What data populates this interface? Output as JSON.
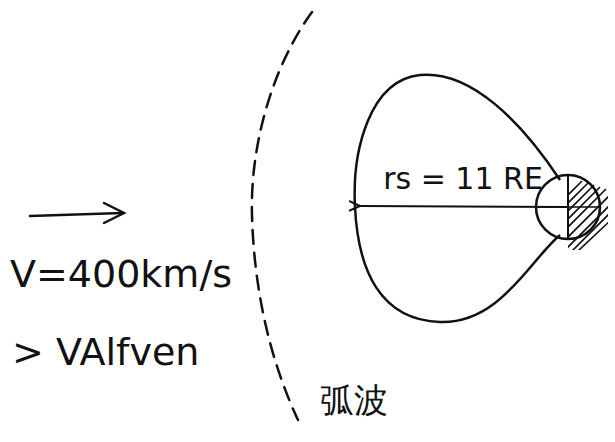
{
  "diagram": {
    "nodes": [
      {
        "text": [
          "rs = 11 RE"
        ]
      }
    ],
    "labels": [
      "V=400km/s",
      "> VAlfven",
      "弧波"
    ]
  }
}
